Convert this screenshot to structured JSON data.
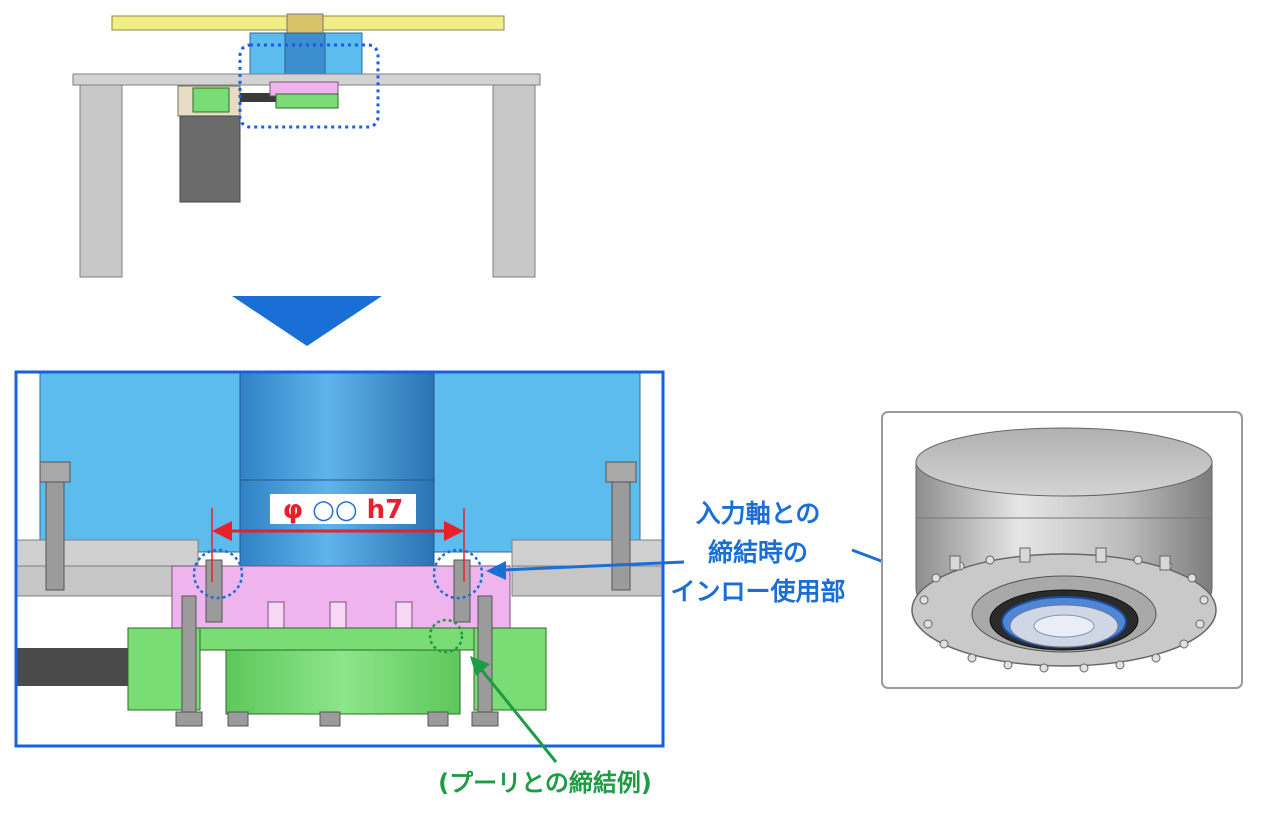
{
  "labels": {
    "dimension_symbol": "φ",
    "dimension_circles": "○○",
    "dimension_tolerance": "h7",
    "callout_line1": "入力軸との",
    "callout_line2": "締結時の",
    "callout_line3": "インロー使用部",
    "pulley_note": "(プーリとの締結例)"
  },
  "colors": {
    "housing_blue": "#5cbcee",
    "shaft_blue": "#3b8fcf",
    "pulley_pink": "#efb4ee",
    "pulley_green": "#79dc74",
    "plate_yellow": "#f3ed86",
    "frame_gray": "#c8c8c8",
    "motor_dark": "#6b6b6b",
    "callout_blue": "#1a6fd6",
    "note_green": "#1f9a45",
    "dimension_red": "#e8202a",
    "detail_border": "#1a5fe0"
  }
}
